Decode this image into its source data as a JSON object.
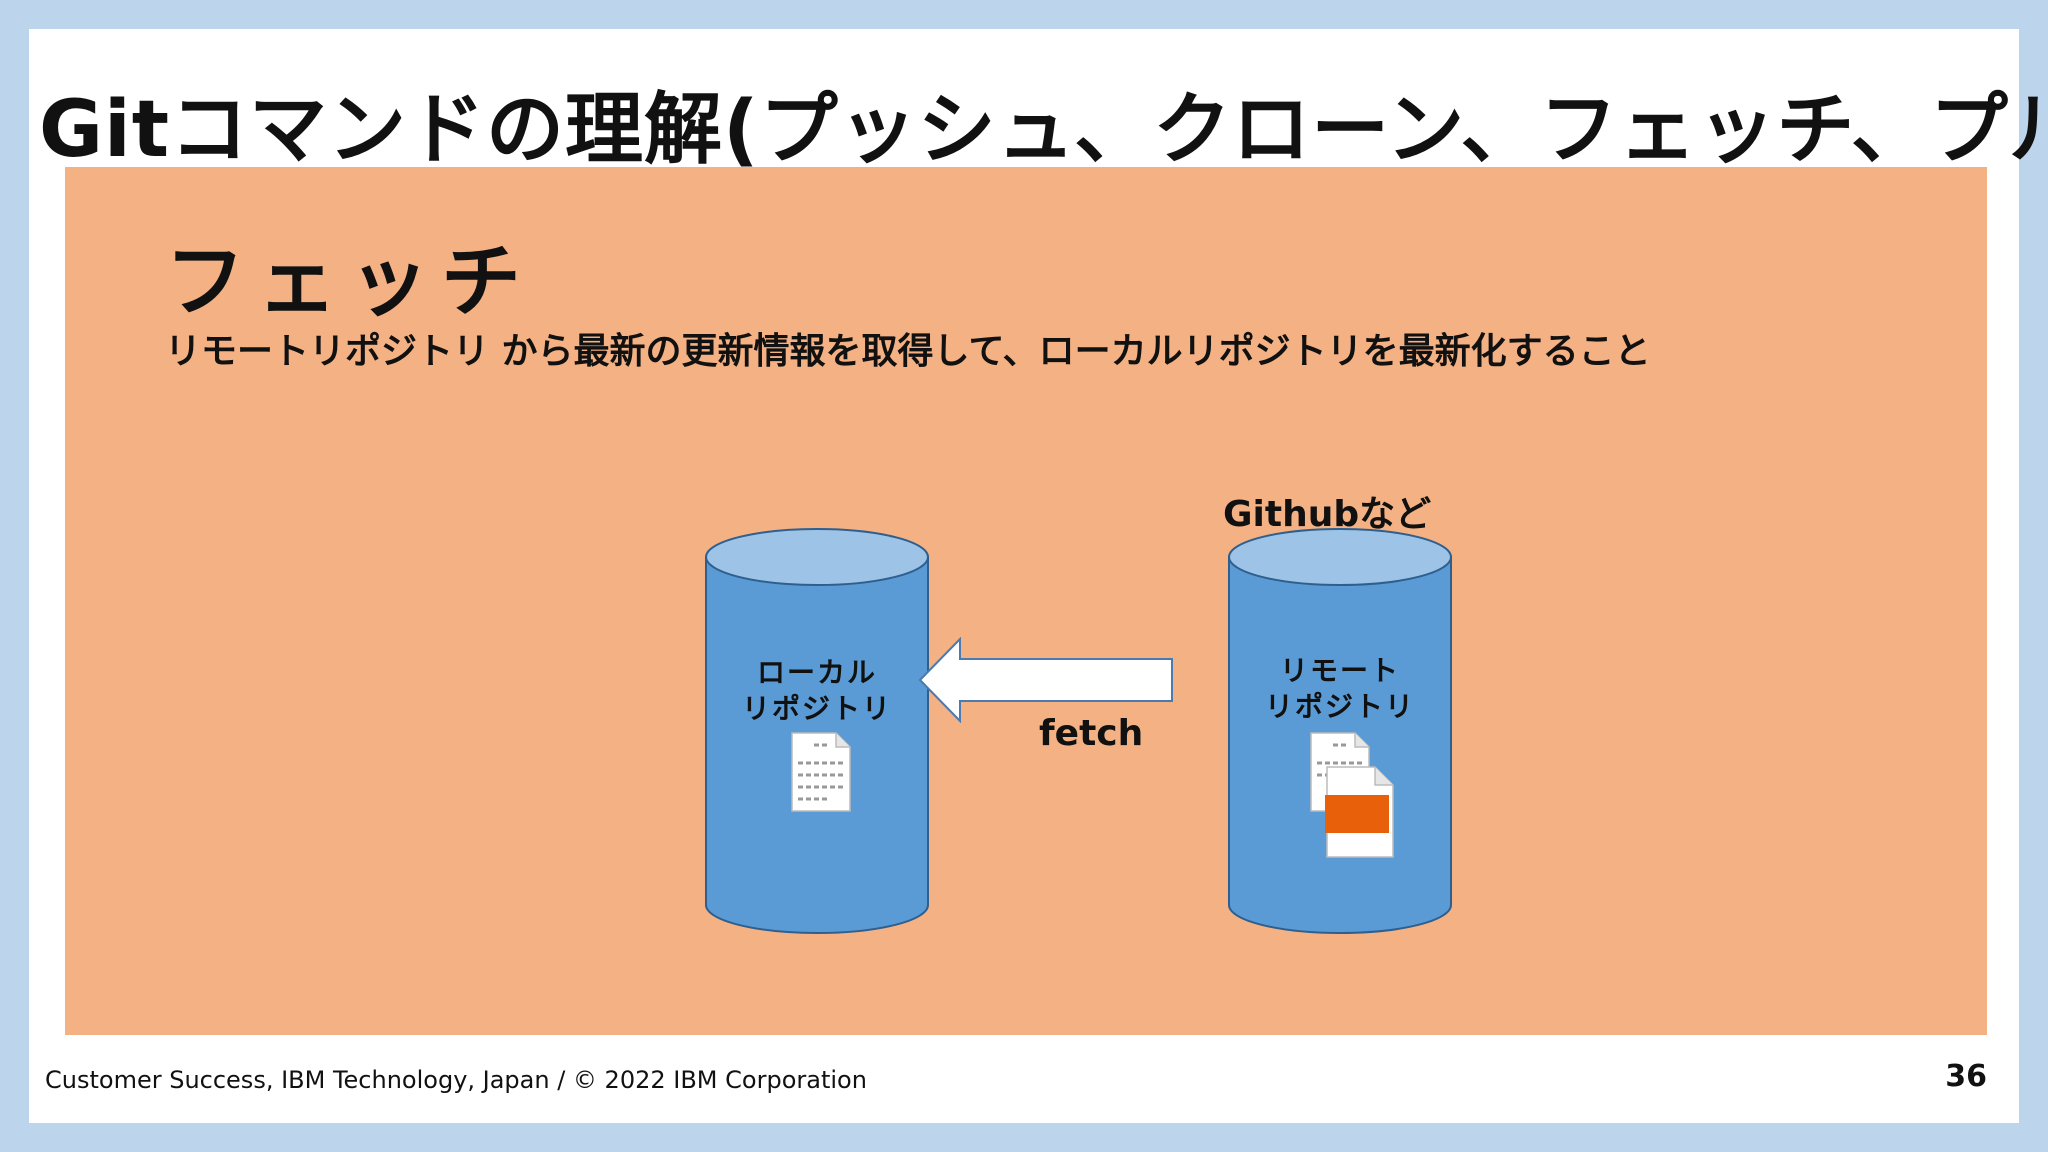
{
  "slide": {
    "title": "Gitコマンドの理解(プッシュ、クローン、フェッチ、プル)",
    "heading": "フェッチ",
    "description": "リモートリポジトリ から最新の更新情報を取得して、ローカルリポジトリを最新化すること",
    "local_repo": {
      "line1": "ローカル",
      "line2": "リポジトリ"
    },
    "remote_repo": {
      "tag": "Githubなど",
      "line1": "リモート",
      "line2": "リポジトリ"
    },
    "arrow_label": "fetch",
    "footer": "Customer Success, IBM Technology, Japan / © 2022 IBM Corporation",
    "page_number": "36"
  },
  "colors": {
    "background": "#bdd5ec",
    "panel": "#f4b183",
    "cylinder_body": "#5b9bd5",
    "cylinder_top": "#9dc3e6",
    "cylinder_stroke": "#2e5f8e",
    "changed_block": "#e8600a"
  }
}
